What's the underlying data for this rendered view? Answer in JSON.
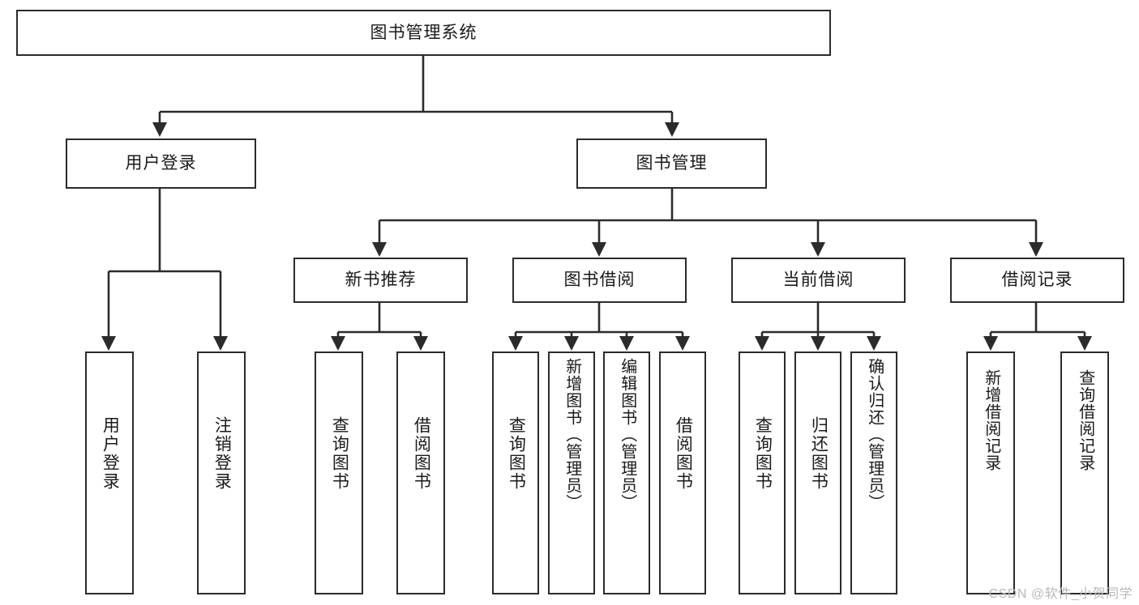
{
  "diagram": {
    "type": "tree-hierarchy",
    "title": "图书管理系统",
    "watermark": "CSDN @软件_小贺同学",
    "colors": {
      "box_border": "#2b2b2b",
      "box_fill": "#ffffff",
      "edge": "#2b2b2b",
      "text": "#1a1a1a",
      "watermark": "#b9b9b9",
      "background": "#ffffff"
    },
    "nodes": {
      "root": {
        "label": "图书管理系统",
        "level": 0,
        "orientation": "horizontal"
      },
      "user_login": {
        "label": "用户登录",
        "level": 1,
        "orientation": "horizontal"
      },
      "book_manage": {
        "label": "图书管理",
        "level": 1,
        "orientation": "horizontal"
      },
      "new_book_rec": {
        "label": "新书推荐",
        "level": 2,
        "orientation": "horizontal"
      },
      "book_borrow": {
        "label": "图书借阅",
        "level": 2,
        "orientation": "horizontal"
      },
      "current_borrow": {
        "label": "当前借阅",
        "level": 2,
        "orientation": "horizontal"
      },
      "borrow_record": {
        "label": "借阅记录",
        "level": 2,
        "orientation": "horizontal"
      },
      "leaf_user_login": {
        "label": "用户登录",
        "level": 3,
        "orientation": "vertical"
      },
      "leaf_logout": {
        "label": "注销登录",
        "level": 3,
        "orientation": "vertical"
      },
      "leaf_query_book_1": {
        "label": "查询图书",
        "level": 3,
        "orientation": "vertical"
      },
      "leaf_borrow_book_1": {
        "label": "借阅图书",
        "level": 3,
        "orientation": "vertical"
      },
      "leaf_query_book_2": {
        "label": "查询图书",
        "level": 3,
        "orientation": "vertical"
      },
      "leaf_add_book": {
        "label": "新增图书（管理员）",
        "level": 3,
        "orientation": "vertical"
      },
      "leaf_edit_book": {
        "label": "编辑图书（管理员）",
        "level": 3,
        "orientation": "vertical"
      },
      "leaf_borrow_book_2": {
        "label": "借阅图书",
        "level": 3,
        "orientation": "vertical"
      },
      "leaf_query_book_3": {
        "label": "查询图书",
        "level": 3,
        "orientation": "vertical"
      },
      "leaf_return_book": {
        "label": "归还图书",
        "level": 3,
        "orientation": "vertical"
      },
      "leaf_confirm_return": {
        "label": "确认归还（管理员）",
        "level": 3,
        "orientation": "vertical"
      },
      "leaf_add_record": {
        "label": "新增借阅记录",
        "level": 3,
        "orientation": "vertical"
      },
      "leaf_query_record": {
        "label": "查询借阅记录",
        "level": 3,
        "orientation": "vertical"
      }
    },
    "edges": [
      {
        "from": "root",
        "to": "user_login"
      },
      {
        "from": "root",
        "to": "book_manage"
      },
      {
        "from": "user_login",
        "to": "leaf_user_login"
      },
      {
        "from": "user_login",
        "to": "leaf_logout"
      },
      {
        "from": "book_manage",
        "to": "new_book_rec"
      },
      {
        "from": "book_manage",
        "to": "book_borrow"
      },
      {
        "from": "book_manage",
        "to": "current_borrow"
      },
      {
        "from": "book_manage",
        "to": "borrow_record"
      },
      {
        "from": "new_book_rec",
        "to": "leaf_query_book_1"
      },
      {
        "from": "new_book_rec",
        "to": "leaf_borrow_book_1"
      },
      {
        "from": "book_borrow",
        "to": "leaf_query_book_2"
      },
      {
        "from": "book_borrow",
        "to": "leaf_add_book"
      },
      {
        "from": "book_borrow",
        "to": "leaf_edit_book"
      },
      {
        "from": "book_borrow",
        "to": "leaf_borrow_book_2"
      },
      {
        "from": "current_borrow",
        "to": "leaf_query_book_3"
      },
      {
        "from": "current_borrow",
        "to": "leaf_return_book"
      },
      {
        "from": "current_borrow",
        "to": "leaf_confirm_return"
      },
      {
        "from": "borrow_record",
        "to": "leaf_add_record"
      },
      {
        "from": "borrow_record",
        "to": "leaf_query_record"
      }
    ]
  }
}
